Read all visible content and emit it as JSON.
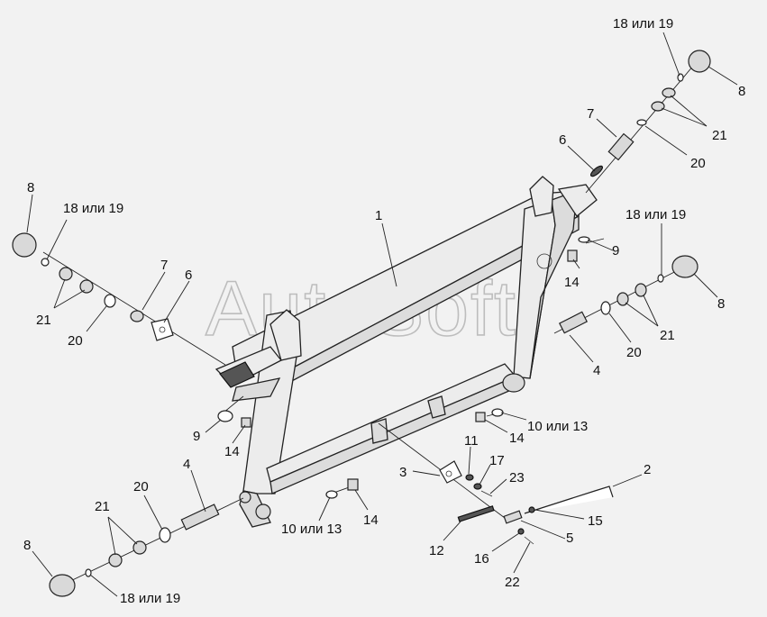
{
  "watermark": "AutoSoft",
  "callouts": {
    "c1": "1",
    "c2": "2",
    "c3": "3",
    "c4_right": "4",
    "c4_left": "4",
    "c5": "5",
    "c6_top": "6",
    "c6_left": "6",
    "c7_top": "7",
    "c7_left": "7",
    "c8_top": "8",
    "c8_right": "8",
    "c8_left_top": "8",
    "c8_left_bottom": "8",
    "c9_right": "9",
    "c9_left": "9",
    "c10_right": "10 или 13",
    "c10_bottom": "10 или 13",
    "c11": "11",
    "c12": "12",
    "c14_right_top": "14",
    "c14_right_mid": "14",
    "c14_left": "14",
    "c14_bottom": "14",
    "c15": "15",
    "c16": "16",
    "c17": "17",
    "c18_top": "18 или 19",
    "c18_right": "18 или 19",
    "c18_left_top": "18 или 19",
    "c18_left_bottom": "18 или 19",
    "c20_top": "20",
    "c20_right": "20",
    "c20_left_top": "20",
    "c20_left_bottom": "20",
    "c21_top": "21",
    "c21_right": "21",
    "c21_left_top": "21",
    "c21_left_bottom": "21",
    "c22": "22",
    "c23": "23"
  }
}
